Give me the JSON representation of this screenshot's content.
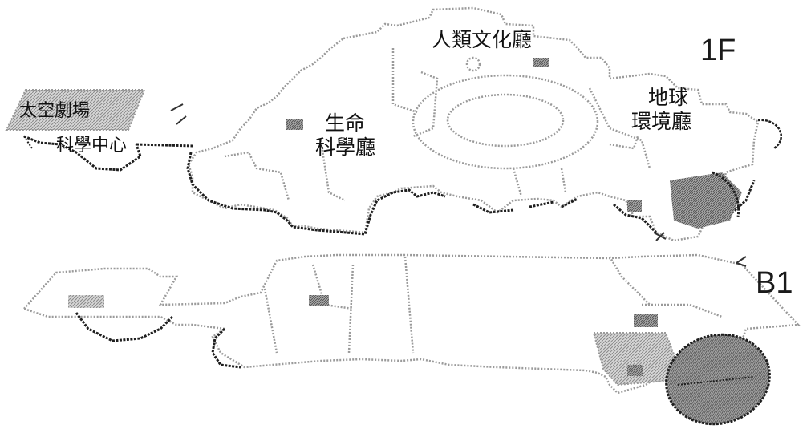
{
  "map": {
    "floors": [
      {
        "id": "1F",
        "label": "1F"
      },
      {
        "id": "B1",
        "label": "B1"
      }
    ],
    "halls": {
      "human_culture": "人類文化廳",
      "life_science_line1": "生命",
      "life_science_line2": "科學廳",
      "earth_env_line1": "地球",
      "earth_env_line2": "環境廳",
      "space_theater": "太空劇場",
      "science_center": "科學中心"
    },
    "colors": {
      "outline": "#9a9a9a",
      "outline_dark": "#1e1e1e",
      "highlight": "#8f8f8f",
      "label_box": "#b7b7b7"
    }
  }
}
